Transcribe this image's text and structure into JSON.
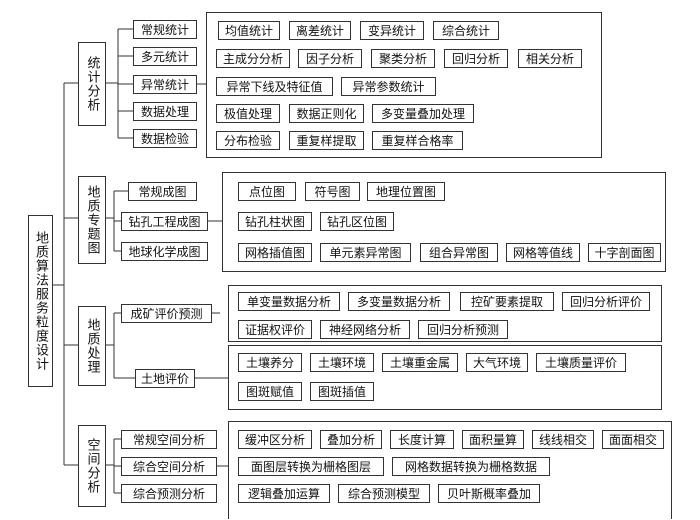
{
  "root": "地质算法服务粒度设计",
  "branches": [
    {
      "label": "统计分析",
      "subs": [
        {
          "label": "常规统计",
          "items": [
            "均值统计",
            "离差统计",
            "变异统计",
            "综合统计"
          ]
        },
        {
          "label": "多元统计",
          "items": [
            "主成分分析",
            "因子分析",
            "聚类分析",
            "回归分析",
            "相关分析"
          ]
        },
        {
          "label": "异常统计",
          "items": [
            "异常下线及特征值",
            "异常参数统计"
          ]
        },
        {
          "label": "数据处理",
          "items": [
            "极值处理",
            "数据正则化",
            "多变量叠加处理"
          ]
        },
        {
          "label": "数据检验",
          "items": [
            "分布检验",
            "重复样提取",
            "重复样合格率"
          ]
        }
      ]
    },
    {
      "label": "地质专题图",
      "subs": [
        {
          "label": "常规成图",
          "items": [
            "点位图",
            "符号图",
            "地理位置图"
          ]
        },
        {
          "label": "钻孔工程成图",
          "items": [
            "钻孔柱状图",
            "钻孔区位图"
          ]
        },
        {
          "label": "地球化学成图",
          "items": [
            "网格插值图",
            "单元素异常图",
            "组合异常图",
            "网格等值线",
            "十字剖面图"
          ]
        }
      ]
    },
    {
      "label": "地质处理",
      "subs": [
        {
          "label": "成矿评价预测",
          "items": [
            "单变量数据分析",
            "多变量数据分析",
            "控矿要素提取",
            "回归分析评价",
            "证据权评价",
            "神经网络分析",
            "回归分析预测"
          ]
        },
        {
          "label": "土地评价",
          "items": [
            "土壤养分",
            "土壤环境",
            "土壤重金属",
            "大气环境",
            "土壤质量评价",
            "图斑赋值",
            "图斑插值"
          ]
        }
      ]
    },
    {
      "label": "空间分析",
      "subs": [
        {
          "label": "常规空间分析",
          "items": [
            "缓冲区分析",
            "叠加分析",
            "长度计算",
            "面积量算",
            "线线相交",
            "面面相交"
          ]
        },
        {
          "label": "综合空间分析",
          "items": [
            "面图层转换为栅格图层",
            "网格数据转换为栅格数据"
          ]
        },
        {
          "label": "综合预测分析",
          "items": [
            "逻辑叠加运算",
            "综合预测模型",
            "贝叶斯概率叠加"
          ]
        }
      ]
    }
  ]
}
